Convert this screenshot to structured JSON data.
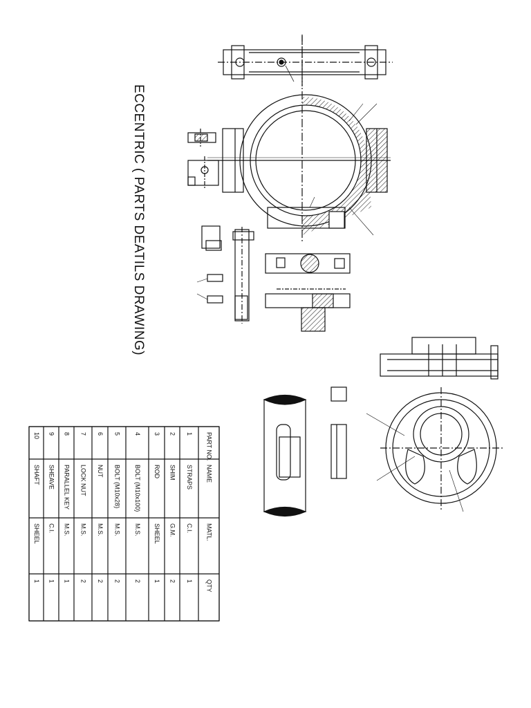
{
  "title": "ECCENTRIC ( PARTS DEATILS DRAWING)",
  "parts_table": {
    "headers": [
      "PART NO.",
      "NAME",
      "MATL.",
      "QTY"
    ],
    "rows": [
      [
        "1",
        "STRAPS",
        "C.I.",
        "1"
      ],
      [
        "2",
        "SHIM",
        "G.M.",
        "2"
      ],
      [
        "3",
        "ROD",
        "SHEEL",
        "1"
      ],
      [
        "4",
        "BOLT (M10x100)",
        "M.S.",
        "2"
      ],
      [
        "5",
        "BOLT (M10x28)",
        "M.S.",
        "2"
      ],
      [
        "6",
        "NUT",
        "M.S.",
        "2"
      ],
      [
        "7",
        "LOCK NUT",
        "M.S.",
        "2"
      ],
      [
        "8",
        "PARALLEL KEY",
        "M.S.",
        "1"
      ],
      [
        "9",
        "SHEAVE",
        "C.I.",
        "1"
      ],
      [
        "10",
        "SHAFT",
        "SHEEL",
        "1"
      ]
    ]
  }
}
